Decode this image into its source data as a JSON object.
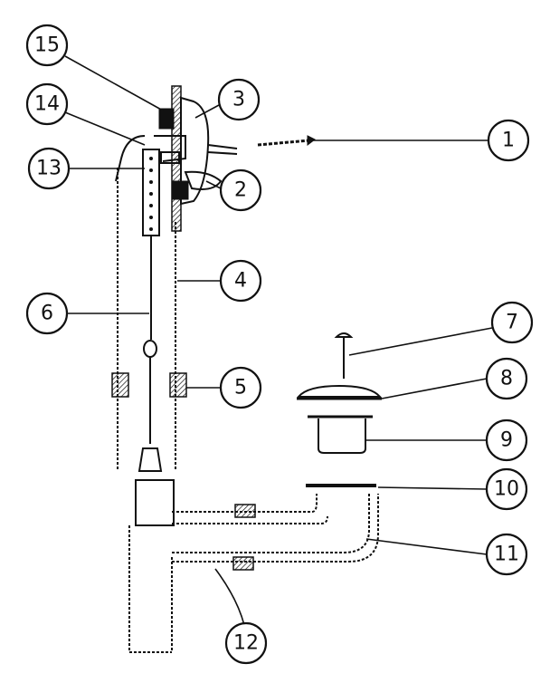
{
  "diagram": {
    "callouts": [
      {
        "id": "c15",
        "label": "15"
      },
      {
        "id": "c14",
        "label": "14"
      },
      {
        "id": "c13",
        "label": "13"
      },
      {
        "id": "c3",
        "label": "3"
      },
      {
        "id": "c1",
        "label": "1"
      },
      {
        "id": "c2",
        "label": "2"
      },
      {
        "id": "c4",
        "label": "4"
      },
      {
        "id": "c6",
        "label": "6"
      },
      {
        "id": "c7",
        "label": "7"
      },
      {
        "id": "c8",
        "label": "8"
      },
      {
        "id": "c5",
        "label": "5"
      },
      {
        "id": "c9",
        "label": "9"
      },
      {
        "id": "c10",
        "label": "10"
      },
      {
        "id": "c11",
        "label": "11"
      },
      {
        "id": "c12",
        "label": "12"
      }
    ]
  }
}
